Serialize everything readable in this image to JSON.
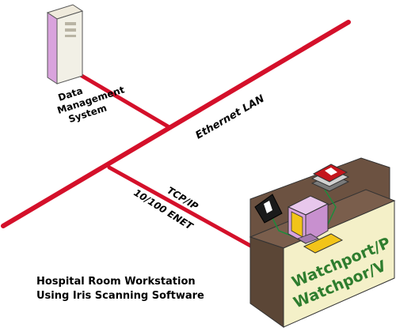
{
  "labels": {
    "server": [
      "Data",
      "Management",
      "System"
    ],
    "network": "Ethernet LAN",
    "protocol_line1": "TCP/IP",
    "protocol_line2": "10/100 ENET",
    "workstation_line1": "Hospital Room Workstation",
    "workstation_line2": "Using Iris Scanning Software",
    "desk_line1": "Watchport/P",
    "desk_line2": "Watchpor/V"
  },
  "colors": {
    "network_line": "#d4102a",
    "server_body": "#d9a3dd",
    "server_side": "#f2f0e6",
    "desk_front": "#f4f0c8",
    "desk_top": "#7a5e4c",
    "desk_side": "#5b4636",
    "desk_text": "#2e7d2e",
    "monitor_body": "#d9a3dd",
    "screen": "#f2c419",
    "cable": "#1c8c3c"
  }
}
